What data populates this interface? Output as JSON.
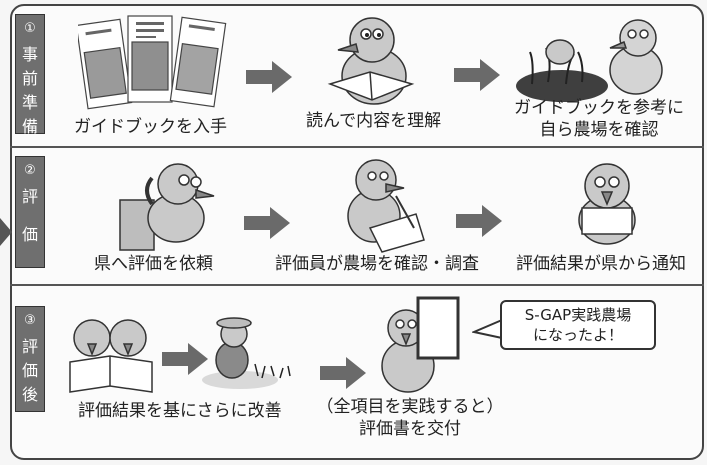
{
  "stages": [
    {
      "num": "①",
      "chars": [
        "事",
        "前",
        "準",
        "備"
      ]
    },
    {
      "num": "②",
      "chars": [
        "評",
        "価"
      ]
    },
    {
      "num": "③",
      "chars": [
        "評",
        "価",
        "後"
      ]
    }
  ],
  "steps": {
    "s1": "ガイドブックを入手",
    "s2": "読んで内容を理解",
    "s3_line1": "ガイドブックを参考に",
    "s3_line2": "自ら農場を確認",
    "s4": "県へ評価を依頼",
    "s5": "評価員が農場を確認・調査",
    "s6": "評価結果が県から通知",
    "s7": "評価結果を基にさらに改善",
    "s8_line1": "（全項目を実践すると）",
    "s8_line2": "評価書を交付"
  },
  "bubble": {
    "line1": "S-GAP実践農場",
    "line2": "になったよ！"
  },
  "colors": {
    "tab": "#6f6f6f",
    "arrow": "#6a6a6a",
    "bird": "#bdbdbd",
    "frame": "#444444"
  },
  "icons": [
    "guidebook-icon",
    "reading-bird-icon",
    "farm-birds-icon",
    "phone-bird-icon",
    "inspecting-bird-icon",
    "notification-bird-icon",
    "two-birds-reading-icon",
    "farming-bird-icon",
    "certificate-bird-icon"
  ]
}
